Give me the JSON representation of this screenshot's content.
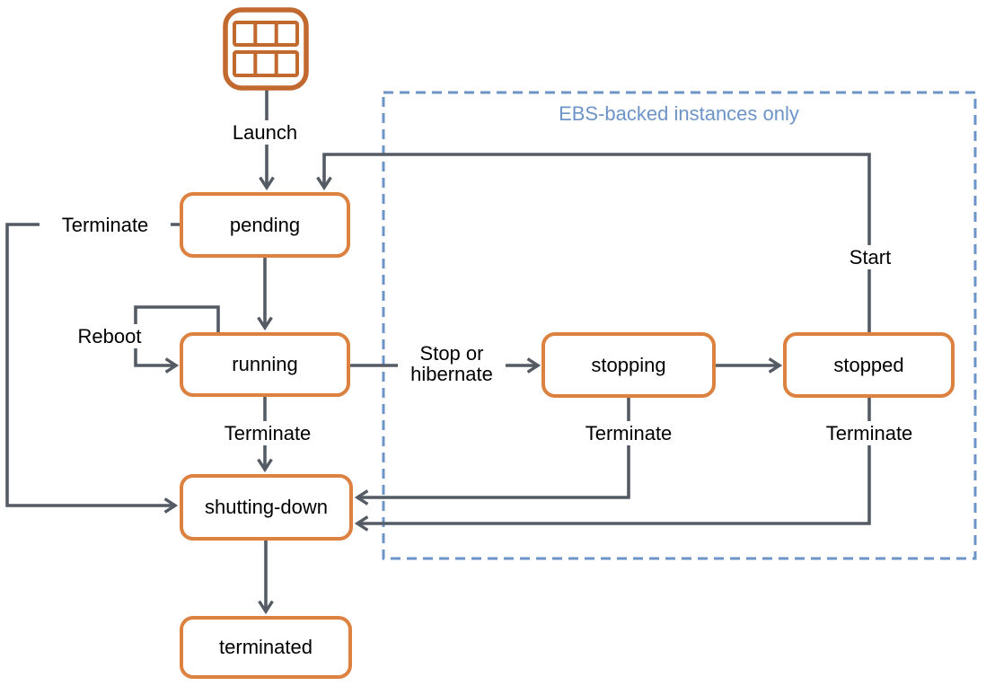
{
  "diagram": {
    "region_label": "EBS-backed instances only",
    "icon": {
      "name": "ami-grid-icon"
    },
    "nodes": [
      {
        "id": "pending",
        "label": "pending"
      },
      {
        "id": "running",
        "label": "running"
      },
      {
        "id": "stopping",
        "label": "stopping"
      },
      {
        "id": "stopped",
        "label": "stopped"
      },
      {
        "id": "shutting-down",
        "label": "shutting-down"
      },
      {
        "id": "terminated",
        "label": "terminated"
      }
    ],
    "edges": [
      {
        "from": "ami",
        "to": "pending",
        "label": "Launch"
      },
      {
        "from": "pending",
        "to": "shutting-down",
        "label": "Terminate"
      },
      {
        "from": "pending",
        "to": "running",
        "label": ""
      },
      {
        "from": "running",
        "to": "running",
        "label": "Reboot"
      },
      {
        "from": "running",
        "to": "stopping",
        "label": "Stop or hibernate"
      },
      {
        "from": "running",
        "to": "shutting-down",
        "label": "Terminate"
      },
      {
        "from": "stopping",
        "to": "stopped",
        "label": ""
      },
      {
        "from": "stopping",
        "to": "shutting-down",
        "label": "Terminate"
      },
      {
        "from": "stopped",
        "to": "pending",
        "label": "Start"
      },
      {
        "from": "stopped",
        "to": "shutting-down",
        "label": "Terminate"
      },
      {
        "from": "shutting-down",
        "to": "terminated",
        "label": ""
      }
    ],
    "colors": {
      "node_border": "#DC8140",
      "icon_stroke": "#C2692F",
      "connector": "#545B64",
      "region": "#6D94C9",
      "text": "#000000",
      "background": "#FFFFFF"
    }
  }
}
